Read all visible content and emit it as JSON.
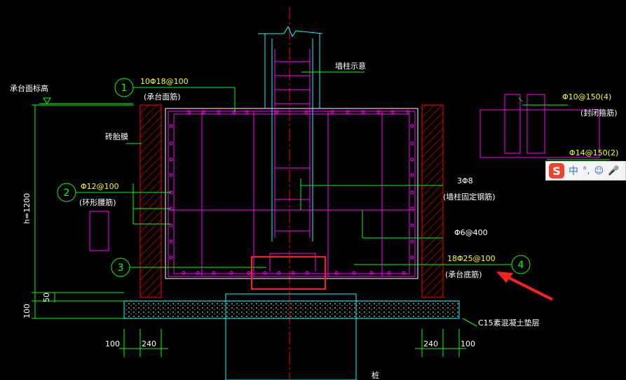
{
  "labels": {
    "cap_top_elev": "承台面标高",
    "wall_col_note": "墙柱示意",
    "top_bar_spec": "10Φ18@100",
    "top_bar_name": "(承台面筋)",
    "brick_mold": "砖胎膜",
    "stirrup_spec": "Φ12@100",
    "stirrup_name": "(环形腰筋)",
    "fix_bar_spec": "3Φ8",
    "fix_bar_name": "(墙柱固定钢筋)",
    "tie_spec": "Φ6@400",
    "bottom_bar_spec": "18Φ25@100",
    "bottom_bar_name": "(承台底筋)",
    "closed_stirrup_spec": "Φ10@150(4)",
    "closed_stirrup_name": "(封闭箍筋)",
    "side_bar_spec": "Φ14@150(2)",
    "cushion": "C15素混凝土垫层",
    "height_dim": "h=1200",
    "dim_50": "50",
    "dim_100_left": "100",
    "dim_100_bl": "100",
    "dim_240_bl": "240",
    "dim_240_br": "240",
    "dim_100_br": "100",
    "pile": "桩"
  },
  "callouts": [
    "1",
    "2",
    "3",
    "4"
  ],
  "colors": {
    "background": "#000000",
    "magenta": "#ff00ff",
    "cyan": "#00ffff",
    "green": "#00ff00",
    "yellow": "#ffff00",
    "red": "#ff0000",
    "white": "#ffffff",
    "highlight": "#ff2020"
  },
  "ime_toolbar": {
    "logo": "S",
    "mode": "中",
    "punct": "°,",
    "emoji": "☺",
    "mic": "🎤"
  }
}
